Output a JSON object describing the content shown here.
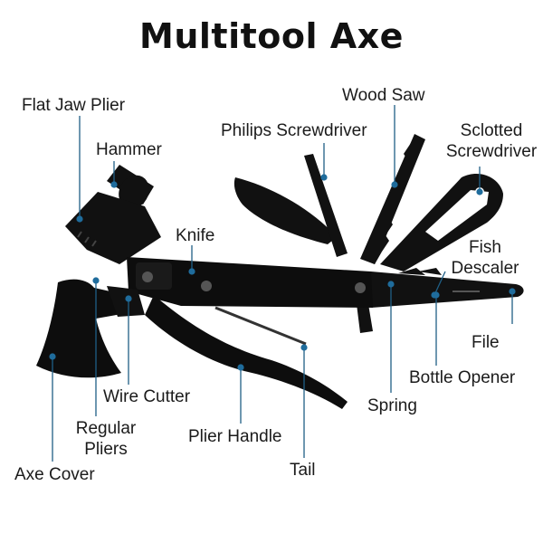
{
  "title": "Multitool Axe",
  "colors": {
    "tool": "#0d0d0d",
    "leader": "#1f5f86",
    "dot": "#1f6c9c"
  },
  "labels": {
    "flat_jaw_plier": "Flat Jaw Plier",
    "hammer": "Hammer",
    "wood_saw": "Wood Saw",
    "philips_screwdriver": "Philips Screwdriver",
    "sclotted_screwdriver": [
      "Sclotted",
      "Screwdriver"
    ],
    "knife": "Knife",
    "fish_descaler": [
      "Fish",
      "Descaler"
    ],
    "file": "File",
    "bottle_opener": "Bottle Opener",
    "spring": "Spring",
    "wire_cutter": "Wire Cutter",
    "regular_pliers": [
      "Regular",
      "Pliers"
    ],
    "plier_handle": "Plier Handle",
    "tail": "Tail",
    "axe_cover": "Axe Cover"
  }
}
